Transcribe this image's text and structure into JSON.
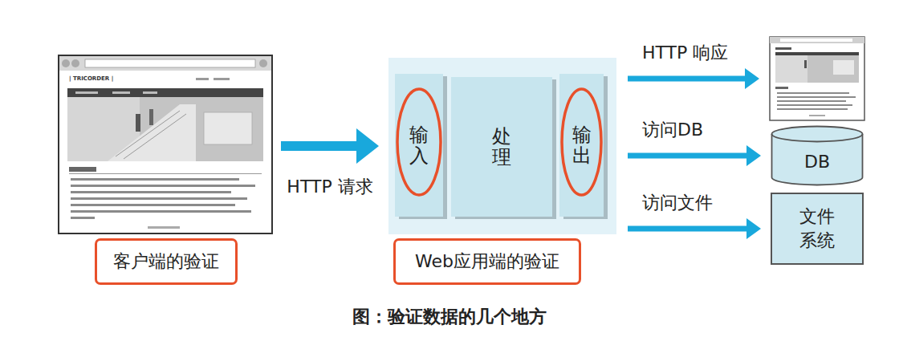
{
  "diagram": {
    "caption": "图：验证数据的几个地方",
    "nodes": [
      {
        "text": [
          "| TRICORDER |"
        ]
      },
      {
        "text": [
          "客户端的验证"
        ]
      },
      {
        "text": []
      },
      {
        "text": [
          "输入"
        ],
        "in": 2
      },
      {
        "text": [
          "处理"
        ],
        "in": 2
      },
      {
        "text": [
          "输出"
        ],
        "in": 2
      },
      {
        "text": [
          "Web应用端的验证"
        ]
      },
      {
        "text": []
      },
      {
        "text": [
          "DB"
        ]
      },
      {
        "text": [
          "文件 系统"
        ]
      }
    ],
    "edges": [
      {
        "from": 0,
        "to": 2,
        "label": "HTTP 请求",
        "arrow": "to"
      },
      {
        "from": 5,
        "to": 7,
        "label": "HTTP 响应",
        "arrow": "to"
      },
      {
        "from": 5,
        "to": 8,
        "label": "访问DB",
        "arrow": "to"
      },
      {
        "from": 5,
        "to": 9,
        "label": "访问文件",
        "arrow": "to"
      }
    ]
  }
}
